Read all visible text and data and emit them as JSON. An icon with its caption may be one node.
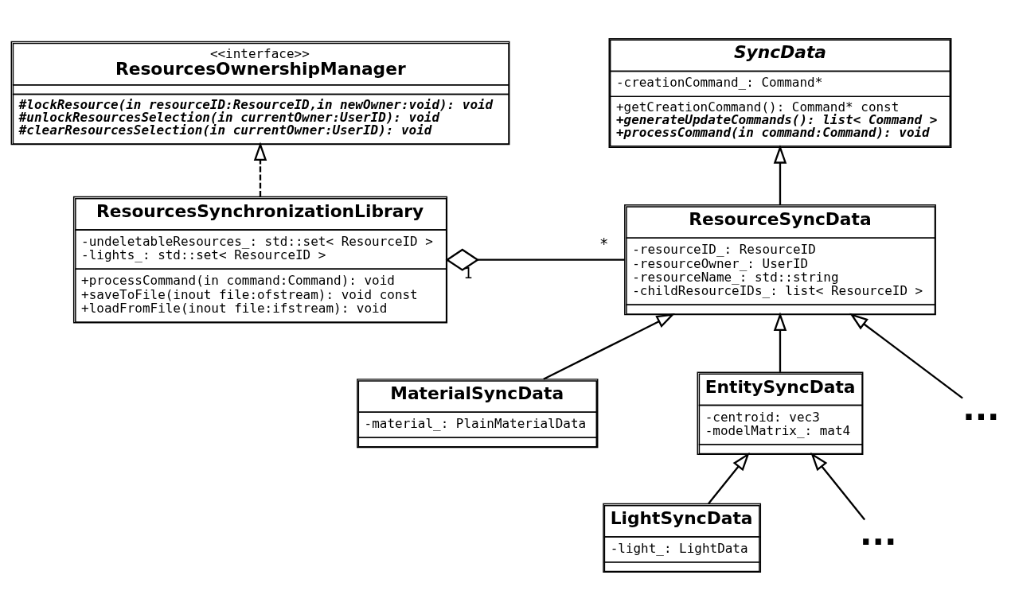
{
  "diagram": {
    "nodes": [
      {
        "text": [
          "<<interface>>",
          "ResourcesOwnershipManager",
          "#lockResource(in resourceID:ResourceID,in newOwner:void): void",
          "#unlockResourcesSelection(in currentOwner:UserID): void",
          "#clearResourcesSelection(in currentOwner:UserID): void"
        ]
      },
      {
        "text": [
          "SyncData",
          "-creationCommand_: Command*",
          "+getCreationCommand(): Command* const",
          "+generateUpdateCommands(): list< Command >",
          "+processCommand(in command:Command): void"
        ]
      },
      {
        "text": [
          "ResourcesSynchronizationLibrary",
          "-undeletableResources_: std::set< ResourceID >",
          "-lights_: std::set< ResourceID >",
          "+processCommand(in command:Command): void",
          "+saveToFile(inout file:ofstream): void const",
          "+loadFromFile(inout file:ifstream): void"
        ]
      },
      {
        "text": [
          "ResourceSyncData",
          "-resourceID_: ResourceID",
          "-resourceOwner_: UserID",
          "-resourceName_: std::string",
          "-childResourceIDs_: list< ResourceID >"
        ]
      },
      {
        "text": [
          "MaterialSyncData",
          "-material_: PlainMaterialData"
        ]
      },
      {
        "text": [
          "EntitySyncData",
          "-centroid: vec3",
          "-modelMatrix_: mat4"
        ]
      },
      {
        "text": [
          "..."
        ]
      },
      {
        "text": [
          "LightSyncData",
          "-light_: LightData"
        ]
      },
      {
        "text": [
          "..."
        ]
      }
    ],
    "edges": [
      {
        "from": 2,
        "to": 0,
        "arrow": "to",
        "style": "dashed"
      },
      {
        "from": 3,
        "to": 1,
        "arrow": "to"
      },
      {
        "from": 2,
        "to": 3,
        "arrow": "other"
      },
      {
        "from": 4,
        "to": 3,
        "arrow": "to"
      },
      {
        "from": 5,
        "to": 3,
        "arrow": "to"
      },
      {
        "from": 6,
        "to": 3,
        "arrow": "to"
      },
      {
        "from": 7,
        "to": 5,
        "arrow": "to"
      },
      {
        "from": 8,
        "to": 5,
        "arrow": "to"
      }
    ],
    "labels": [
      "1",
      "*"
    ]
  }
}
